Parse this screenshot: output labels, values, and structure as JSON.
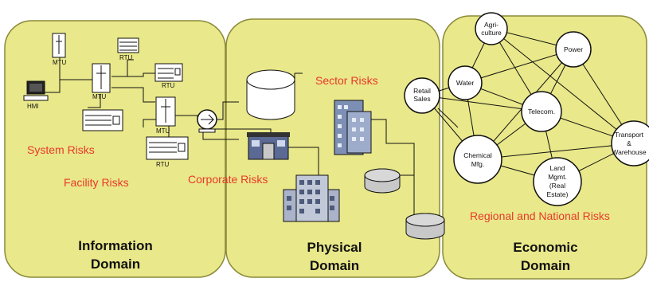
{
  "colors": {
    "panel": "#e9e88a",
    "panel_border": "#7a7a2a",
    "risk_text": "#e8392b",
    "line": "#111111"
  },
  "domains": [
    {
      "title_line1": "Information",
      "title_line2": "Domain"
    },
    {
      "title_line1": "Physical",
      "title_line2": "Domain"
    },
    {
      "title_line1": "Economic",
      "title_line2": "Domain"
    }
  ],
  "risks": {
    "system": "System Risks",
    "facility": "Facility Risks",
    "corporate": "Corporate Risks",
    "sector": "Sector Risks",
    "regional": "Regional and National Risks"
  },
  "devices": {
    "mtu_1": "MTU",
    "rtu_1": "RTU",
    "mtu_2": "MTU",
    "rtu_2": "RTU",
    "hmi": "HMI",
    "mtu_3": "MTU",
    "rtu_3": "RTU"
  },
  "nodes": {
    "agriculture": [
      "Agri-",
      "culture"
    ],
    "power": [
      "Power"
    ],
    "water": [
      "Water"
    ],
    "retail": [
      "Retail",
      "Sales"
    ],
    "telecom": [
      "Telecom."
    ],
    "chemical": [
      "Chemical",
      "Mfg."
    ],
    "transport": [
      "Transport",
      "&",
      "Warehouse"
    ],
    "land": [
      "Land",
      "Mgmt.",
      "(Real",
      "Estate)"
    ]
  }
}
